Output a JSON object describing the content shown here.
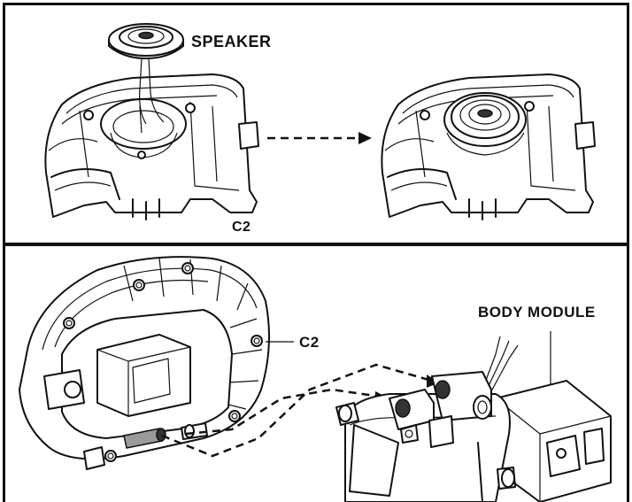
{
  "labels": {
    "speaker": "SPEAKER",
    "c2_top": "C2",
    "c2_bottom": "C2",
    "body_module": "BODY MODULE"
  },
  "colors": {
    "line": "#111111",
    "background": "#ffffff",
    "connector_fill": "#9a9a9a"
  }
}
